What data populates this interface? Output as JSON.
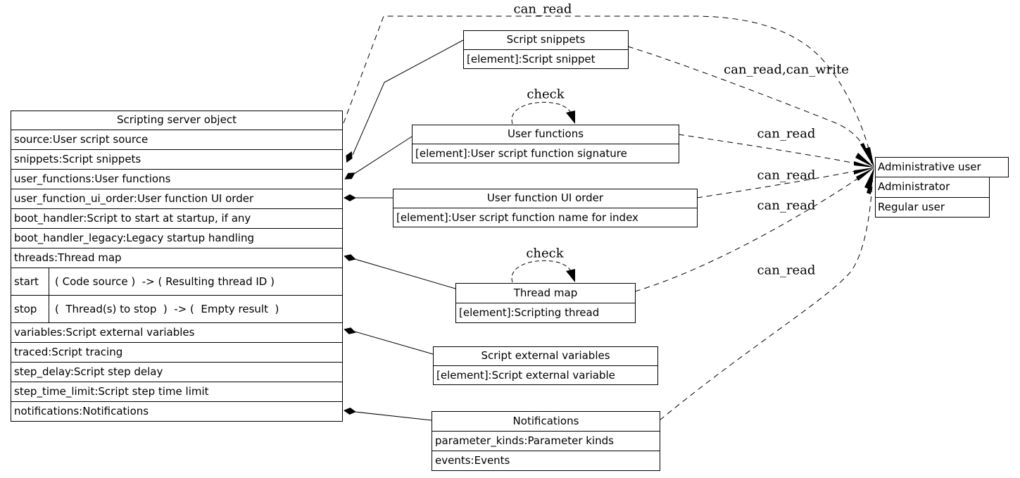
{
  "main": {
    "title": "Scripting server object",
    "fields_top": [
      "source:User script source",
      "snippets:Script snippets",
      "user_functions:User functions",
      "user_function_ui_order:User function UI order",
      "boot_handler:Script to start at startup, if any",
      "boot_handler_legacy:Legacy startup handling",
      "threads:Thread map"
    ],
    "methods": [
      {
        "name": "start",
        "signature": "( Code source )  -> ( Resulting thread ID )"
      },
      {
        "name": "stop",
        "signature": "(  Thread(s) to stop  )  -> (  Empty result  )"
      }
    ],
    "fields_bottom": [
      "variables:Script external variables",
      "traced:Script tracing",
      "step_delay:Script step delay",
      "step_time_limit:Script step time limit",
      "notifications:Notifications"
    ]
  },
  "boxes": {
    "script_snippets": {
      "title": "Script snippets",
      "rows": [
        "[element]:Script snippet"
      ]
    },
    "user_functions": {
      "title": "User functions",
      "rows": [
        "[element]:User script function signature"
      ]
    },
    "user_function_ui_order": {
      "title": "User function UI order",
      "rows": [
        "[element]:User script function name for index"
      ]
    },
    "thread_map": {
      "title": "Thread map",
      "rows": [
        "[element]:Scripting thread"
      ]
    },
    "script_external_variables": {
      "title": "Script external variables",
      "rows": [
        "[element]:Script external variable"
      ]
    },
    "notifications": {
      "title": "Notifications",
      "rows": [
        "parameter_kinds:Parameter kinds",
        "events:Events"
      ]
    },
    "administrative_user": {
      "title": "Administrative user",
      "rows": [
        "Administrator",
        "Regular user"
      ]
    }
  },
  "edge_labels": {
    "top_can_read": "can_read",
    "snippets": "can_read,can_write",
    "user_functions": "can_read",
    "ui_order": "can_read",
    "thread_map": "can_read",
    "notifications": "can_read",
    "check_user_functions": "check",
    "check_thread_map": "check"
  },
  "colors": {
    "line": "#000000",
    "background": "#ffffff",
    "text": "#000000"
  }
}
